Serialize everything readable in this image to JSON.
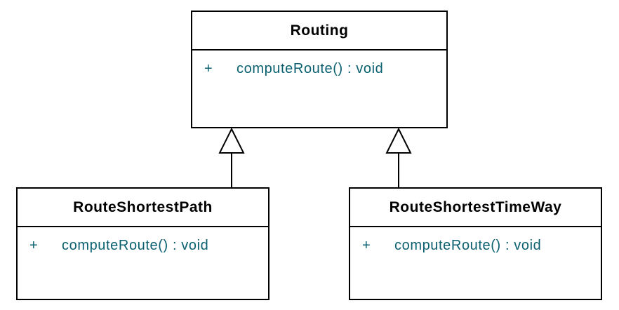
{
  "diagram": {
    "type": "uml-class-diagram",
    "classes": [
      {
        "id": "routing",
        "name": "Routing",
        "attributes": [],
        "methods": [
          {
            "visibility": "+",
            "signature": "computeRoute() : void"
          }
        ]
      },
      {
        "id": "route-shortest-path",
        "name": "RouteShortestPath",
        "attributes": [],
        "methods": [
          {
            "visibility": "+",
            "signature": "computeRoute() : void"
          }
        ]
      },
      {
        "id": "route-shortest-time-way",
        "name": "RouteShortestTimeWay",
        "attributes": [],
        "methods": [
          {
            "visibility": "+",
            "signature": "computeRoute() : void"
          }
        ]
      }
    ],
    "relationships": [
      {
        "type": "generalization",
        "from": "RouteShortestPath",
        "to": "Routing"
      },
      {
        "type": "generalization",
        "from": "RouteShortestTimeWay",
        "to": "Routing"
      }
    ],
    "colors": {
      "background": "#ffffff",
      "line": "#000000",
      "title_text": "#000000",
      "method_text": "#0a6070"
    }
  }
}
